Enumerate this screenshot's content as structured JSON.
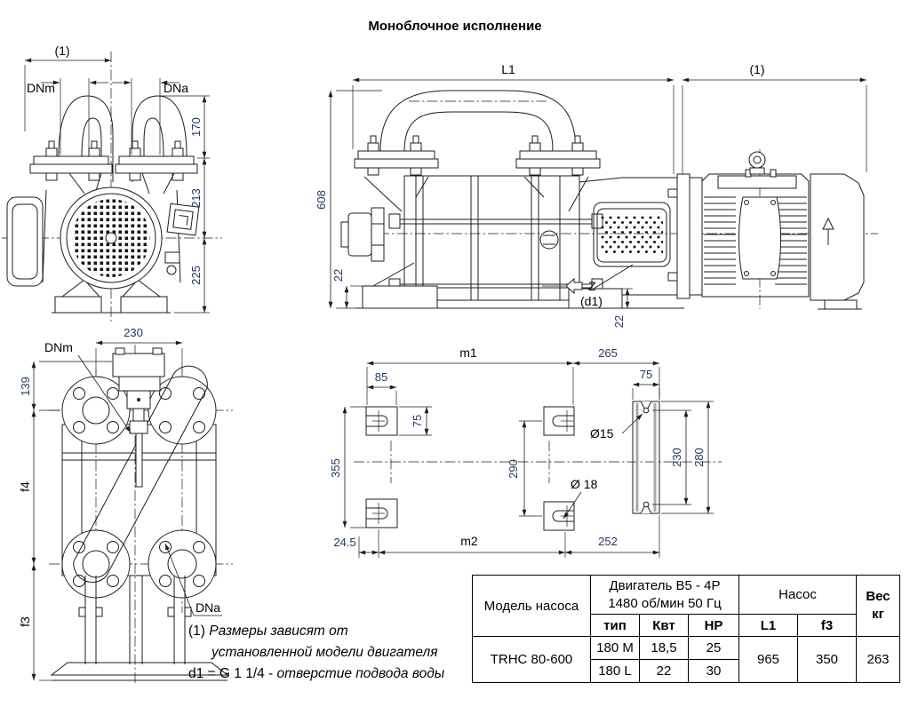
{
  "title": "Моноблочное исполнение",
  "front_view": {
    "dim_1": "(1)",
    "dnm": "DNm",
    "dna": "DNa",
    "h170": "170",
    "h213": "213",
    "h225": "225"
  },
  "side_view": {
    "l1": "L1",
    "dim_1": "(1)",
    "h608": "608",
    "left22": "22",
    "z": "Z",
    "d1": "(d1)",
    "right22": "22"
  },
  "top_view": {
    "dnm": "DNm",
    "w230": "230",
    "h139": "139",
    "f4": "f4",
    "f3": "f3",
    "dna": "DNa"
  },
  "plan_view": {
    "m1": "m1",
    "w265": "265",
    "w85": "85",
    "left75": "75",
    "right75": "75",
    "h355": "355",
    "h290": "290",
    "dia15": "Ø15",
    "dia18": "Ø 18",
    "h230": "230",
    "h280": "280",
    "w245": "24.5",
    "m2": "m2",
    "w252": "252"
  },
  "note": {
    "ref": "(1)",
    "line1": "Размеры зависят от",
    "line2": "установленной модели двигателя",
    "line3_lead": "d1 = G 1 1/4 -",
    "line3": "отверстие подвода воды"
  },
  "table": {
    "model_header": "Модель насоса",
    "motor_header_line1": "Двигатель B5  - 4P",
    "motor_header_line2": "1480 об/мин 50 Гц",
    "pump_header": "Насос",
    "weight_line1": "Вес",
    "weight_line2": "кг",
    "col_type": "тип",
    "col_kw": "Квт",
    "col_hp": "HP",
    "col_l1": "L1",
    "col_f3": "f3",
    "model_value": "TRHC 80-600",
    "row1_type": "180 M",
    "row1_kw": "18,5",
    "row1_hp": "25",
    "row2_type": "180 L",
    "row2_kw": "22",
    "row2_hp": "30",
    "l1_value": "965",
    "f3_value": "350",
    "weight_value": "263"
  }
}
